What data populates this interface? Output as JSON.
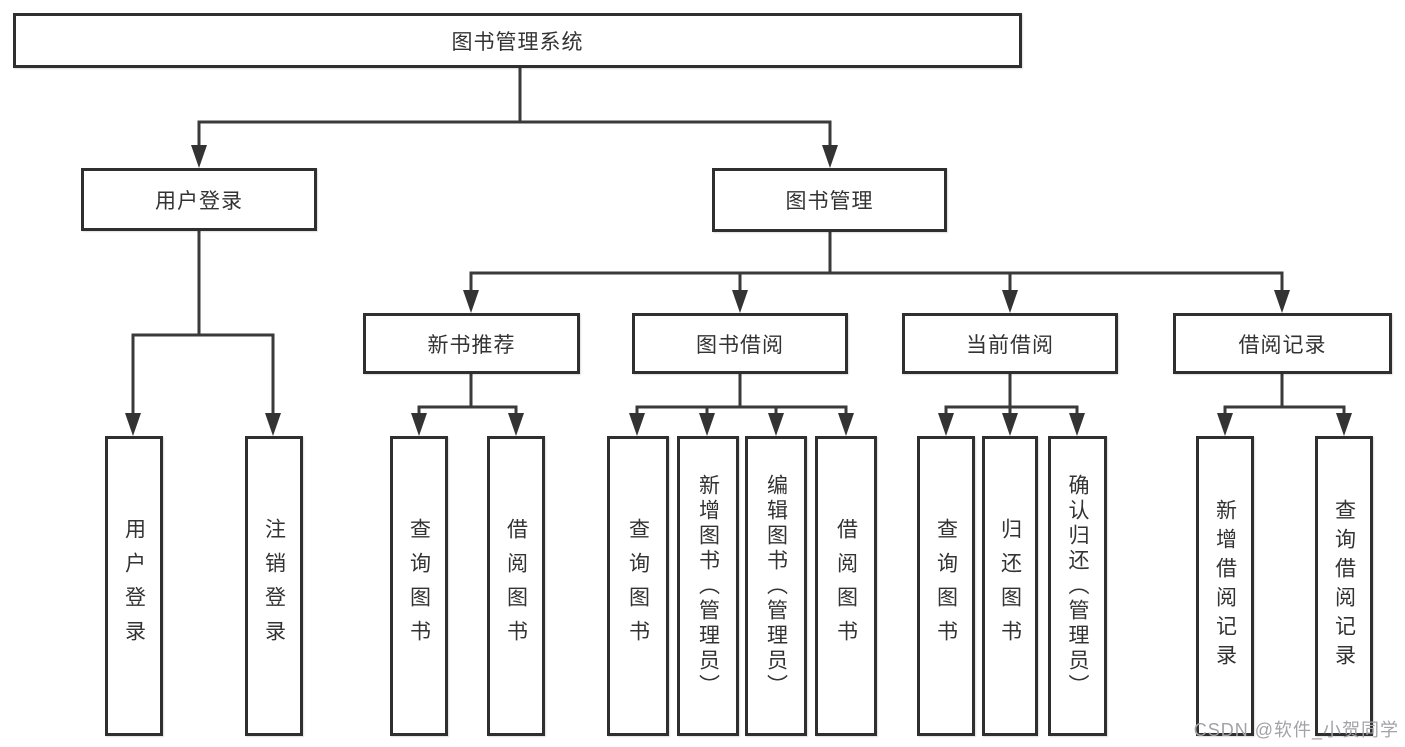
{
  "tree": {
    "root": "图书管理系统",
    "user_login": {
      "label": "用户登录",
      "children": [
        "用户登录",
        "注销登录"
      ]
    },
    "book_mgmt": {
      "label": "图书管理",
      "sections": [
        {
          "label": "新书推荐",
          "children": [
            "查询图书",
            "借阅图书"
          ]
        },
        {
          "label": "图书借阅",
          "children": [
            "查询图书",
            "新增图书（管理员）",
            "编辑图书（管理员）",
            "借阅图书"
          ]
        },
        {
          "label": "当前借阅",
          "children": [
            "查询图书",
            "归还图书",
            "确认归还（管理员）"
          ]
        },
        {
          "label": "借阅记录",
          "children": [
            "新增借阅记录",
            "查询借阅记录"
          ]
        }
      ]
    }
  },
  "watermark": "CSDN @软件_小贺同学",
  "colors": {
    "line": "#3a3a3a",
    "box_border": "#2f2f2f",
    "text": "#333333",
    "watermark": "#a2a2a8",
    "background": "#ffffff"
  }
}
